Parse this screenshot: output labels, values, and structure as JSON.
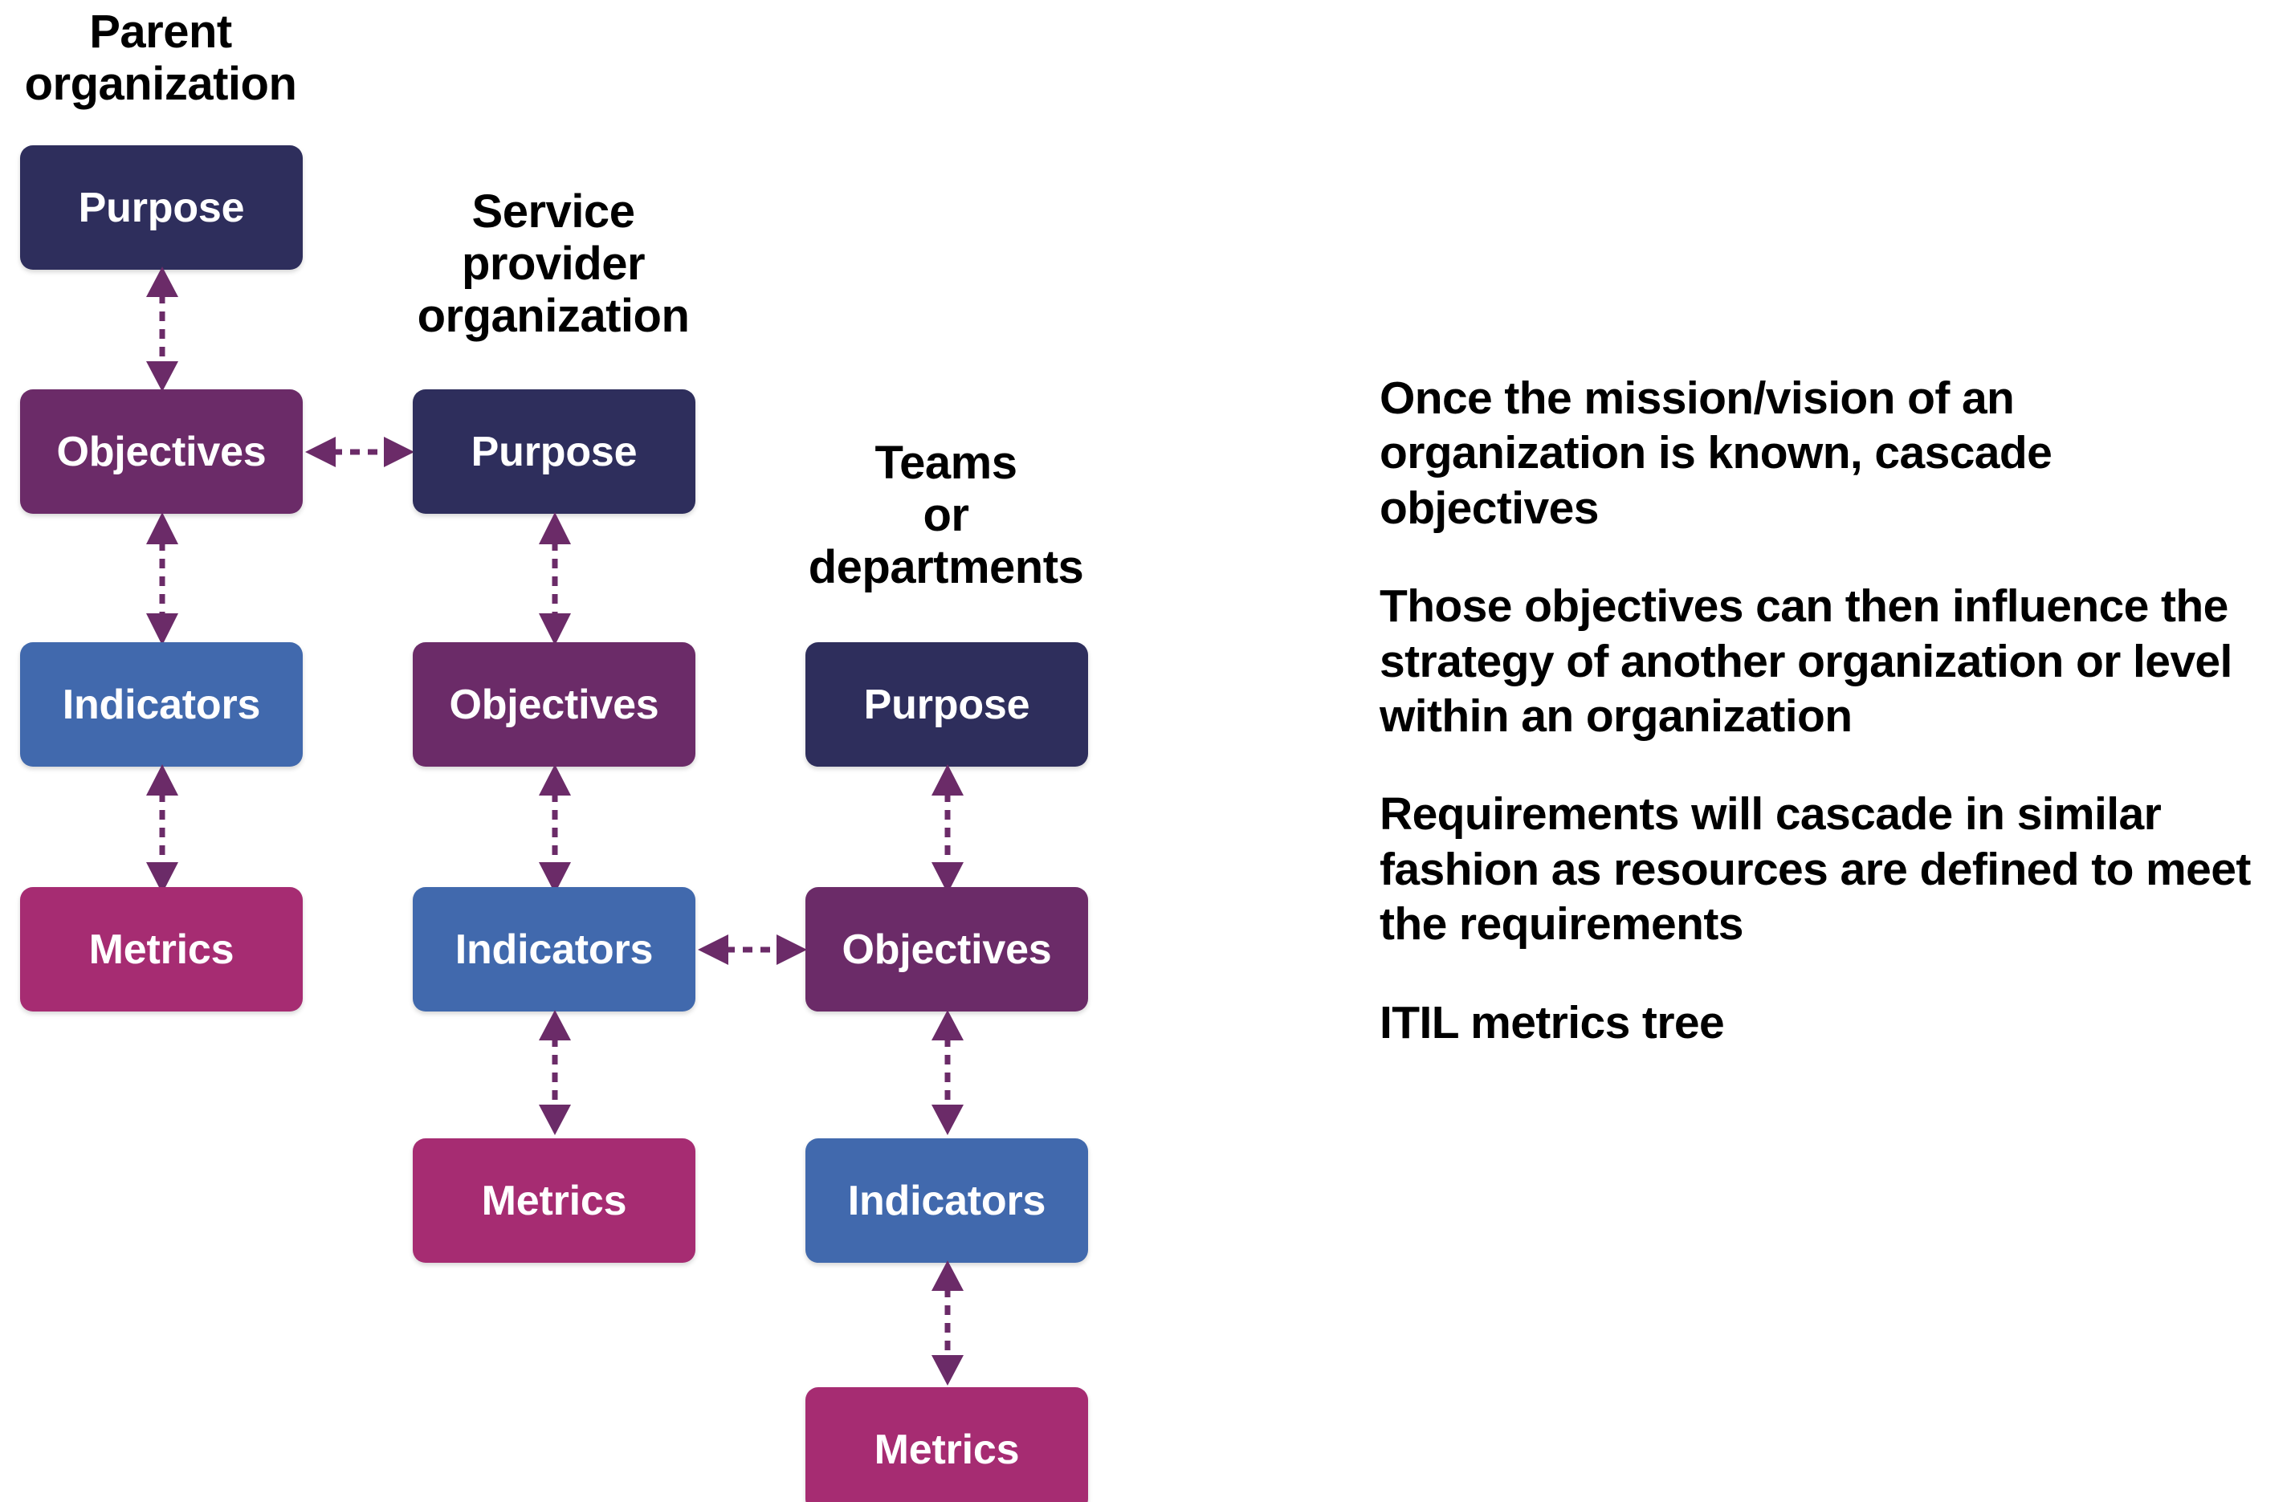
{
  "accent_colors": {
    "purpose": "#2E2E5C",
    "objectives": "#6B2B68",
    "indicators": "#4169AD",
    "metrics": "#A62C72",
    "arrow": "#6B2B68",
    "text_on_box": "#FFFFFF",
    "body_text": "#000000",
    "background": "#FFFFFF"
  },
  "columns": [
    {
      "id": "parent-organization",
      "header": "Parent\norganization",
      "nodes": [
        {
          "id": "parent-purpose",
          "label": "Purpose",
          "kind": "purpose"
        },
        {
          "id": "parent-objectives",
          "label": "Objectives",
          "kind": "objectives"
        },
        {
          "id": "parent-indicators",
          "label": "Indicators",
          "kind": "indicators"
        },
        {
          "id": "parent-metrics",
          "label": "Metrics",
          "kind": "metrics"
        }
      ]
    },
    {
      "id": "service-provider-organization",
      "header": "Service\nprovider\norganization",
      "nodes": [
        {
          "id": "sp-purpose",
          "label": "Purpose",
          "kind": "purpose"
        },
        {
          "id": "sp-objectives",
          "label": "Objectives",
          "kind": "objectives"
        },
        {
          "id": "sp-indicators",
          "label": "Indicators",
          "kind": "indicators"
        },
        {
          "id": "sp-metrics",
          "label": "Metrics",
          "kind": "metrics"
        }
      ]
    },
    {
      "id": "teams-or-departments",
      "header": "Teams\nor\ndepartments",
      "nodes": [
        {
          "id": "team-purpose",
          "label": "Purpose",
          "kind": "purpose"
        },
        {
          "id": "team-objectives",
          "label": "Objectives",
          "kind": "objectives"
        },
        {
          "id": "team-indicators",
          "label": "Indicators",
          "kind": "indicators"
        },
        {
          "id": "team-metrics",
          "label": "Metrics",
          "kind": "metrics"
        }
      ]
    }
  ],
  "connectors": [
    {
      "id": "parent-purpose-objectives",
      "orientation": "vertical",
      "style": "dashed-double-arrow"
    },
    {
      "id": "parent-objectives-indicators",
      "orientation": "vertical",
      "style": "dashed-double-arrow"
    },
    {
      "id": "parent-indicators-metrics",
      "orientation": "vertical",
      "style": "dashed-double-arrow"
    },
    {
      "id": "parent-objectives-to-sp-purpose",
      "orientation": "horizontal",
      "style": "dashed-double-arrow"
    },
    {
      "id": "sp-purpose-objectives",
      "orientation": "vertical",
      "style": "dashed-double-arrow"
    },
    {
      "id": "sp-objectives-indicators",
      "orientation": "vertical",
      "style": "dashed-double-arrow"
    },
    {
      "id": "sp-indicators-metrics",
      "orientation": "vertical",
      "style": "dashed-double-arrow"
    },
    {
      "id": "sp-indicators-to-team-objectives",
      "orientation": "horizontal",
      "style": "dashed-double-arrow"
    },
    {
      "id": "team-purpose-objectives",
      "orientation": "vertical",
      "style": "dashed-double-arrow"
    },
    {
      "id": "team-objectives-indicators",
      "orientation": "vertical",
      "style": "dashed-double-arrow"
    },
    {
      "id": "team-indicators-metrics",
      "orientation": "vertical",
      "style": "dashed-double-arrow"
    }
  ],
  "notes": {
    "paragraphs": [
      "Once the mission/vision of an organization is known, cascade objectives",
      "Those objectives can then influence the strategy of another organization or level within an organization",
      "Requirements will cascade in similar fashion as resources are defined to meet the requirements",
      "ITIL metrics tree"
    ]
  }
}
